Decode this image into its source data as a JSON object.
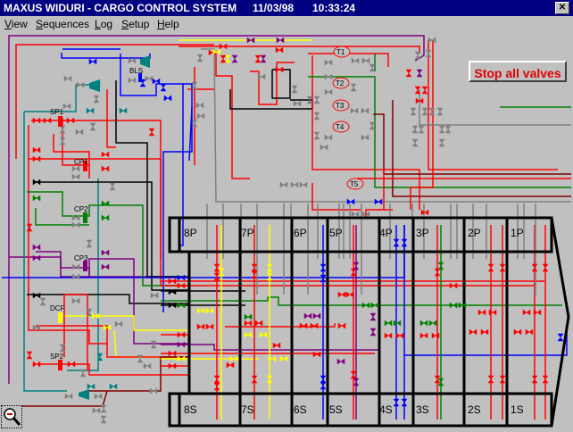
{
  "window": {
    "title": "MAXUS WIDURI - CARGO CONTROL SYSTEM",
    "date": "11/03/98",
    "time": "10:33:24",
    "close_label": "✕"
  },
  "menu": [
    "View",
    "Sequences",
    "Log",
    "Setup",
    "Help"
  ],
  "stop_button": "Stop all valves",
  "equipment": {
    "bls": "BLS",
    "sp1": "SP1",
    "cp1": "CP1",
    "cp2": "CP2",
    "cp3": "CP3",
    "dcf": "DCF",
    "sp2": "SP2"
  },
  "tanks_aux": [
    "T1",
    "T2",
    "T3",
    "T4",
    "T5"
  ],
  "port_tanks": [
    "8P",
    "7P",
    "6P",
    "5P",
    "4P",
    "3P",
    "2P",
    "1P"
  ],
  "starboard_tanks": [
    "8S",
    "7S",
    "6S",
    "5S",
    "4S",
    "3S",
    "2S",
    "1S"
  ],
  "colors": {
    "red": "#ff0000",
    "grey": "#808080",
    "blue": "#0000ff",
    "teal": "#008080",
    "green": "#008000",
    "purple": "#800080",
    "yellow": "#ffff00",
    "black": "#000000",
    "darkred": "#800000"
  }
}
